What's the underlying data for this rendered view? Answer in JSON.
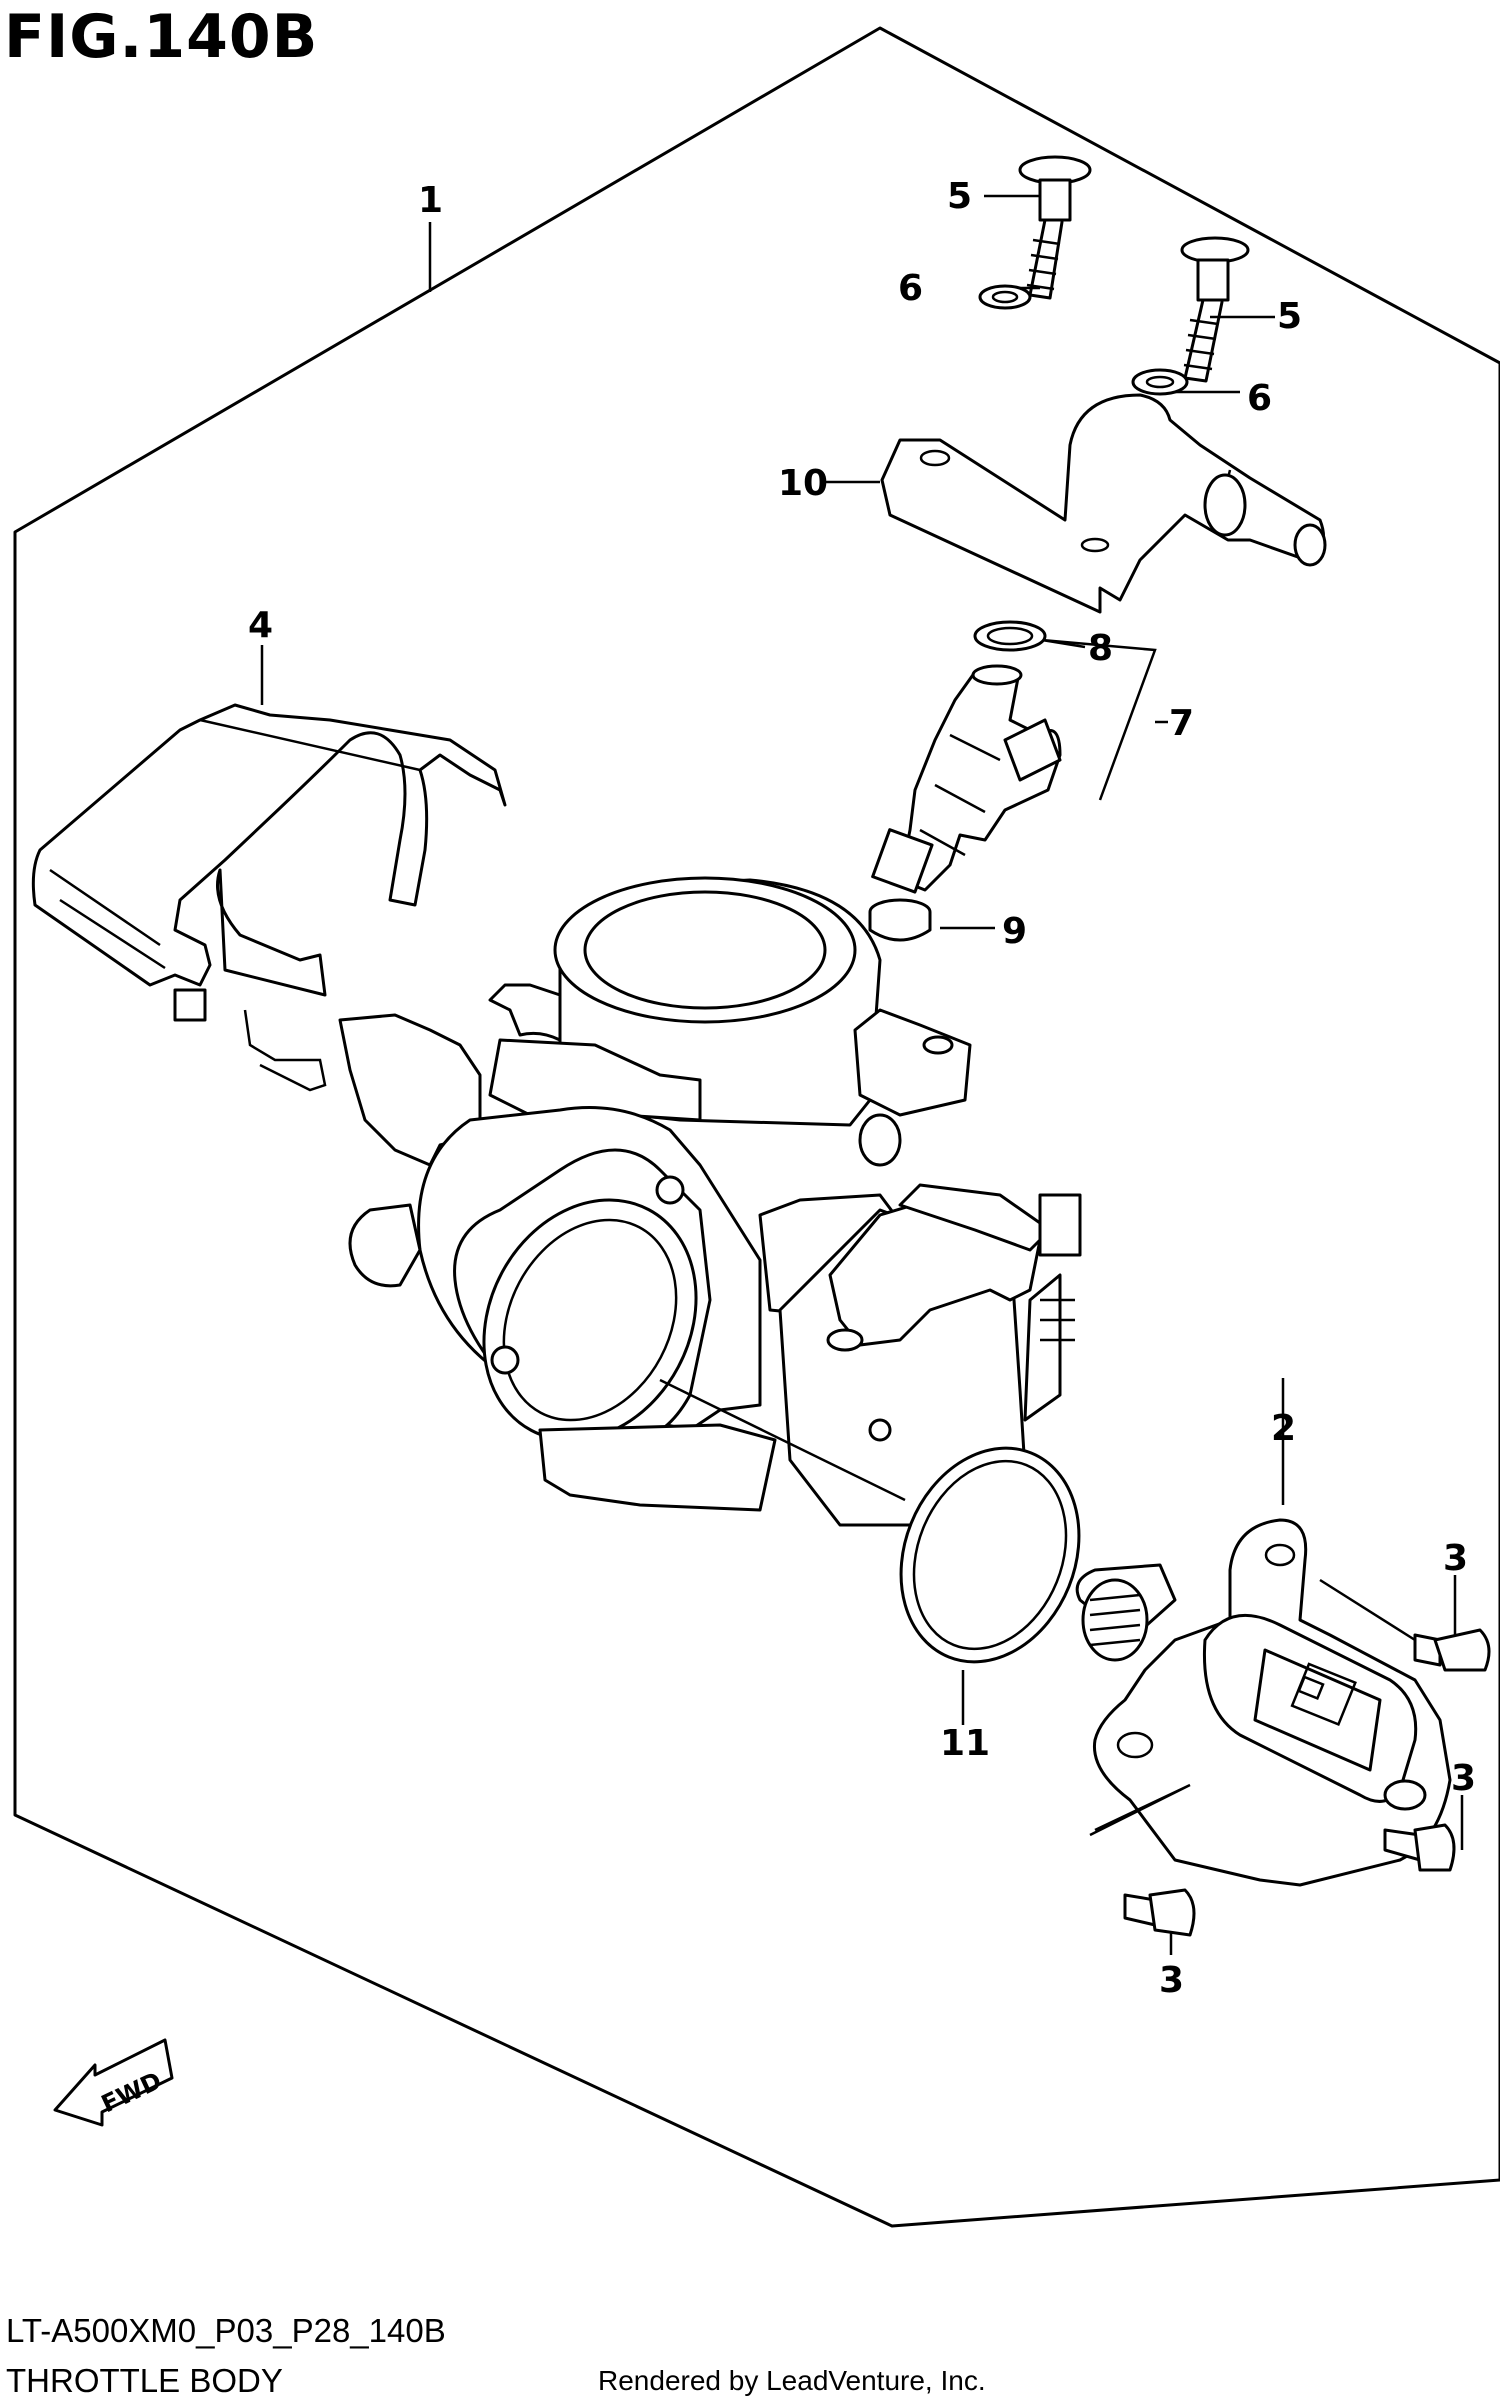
{
  "figure": {
    "title": "FIG.140B",
    "code": "LT-A500XM0_P03_P28_140B",
    "name": "THROTTLE BODY",
    "credit": "Rendered by LeadVenture, Inc.",
    "fwd_label": "FWD"
  },
  "callouts": [
    {
      "id": "c1",
      "text": "1"
    },
    {
      "id": "c2",
      "text": "2"
    },
    {
      "id": "c3a",
      "text": "3"
    },
    {
      "id": "c3b",
      "text": "3"
    },
    {
      "id": "c3c",
      "text": "3"
    },
    {
      "id": "c4",
      "text": "4"
    },
    {
      "id": "c5a",
      "text": "5"
    },
    {
      "id": "c5b",
      "text": "5"
    },
    {
      "id": "c6a",
      "text": "6"
    },
    {
      "id": "c6b",
      "text": "6"
    },
    {
      "id": "c7",
      "text": "7"
    },
    {
      "id": "c8",
      "text": "8"
    },
    {
      "id": "c9",
      "text": "9"
    },
    {
      "id": "c10",
      "text": "10"
    },
    {
      "id": "c11",
      "text": "11"
    }
  ]
}
